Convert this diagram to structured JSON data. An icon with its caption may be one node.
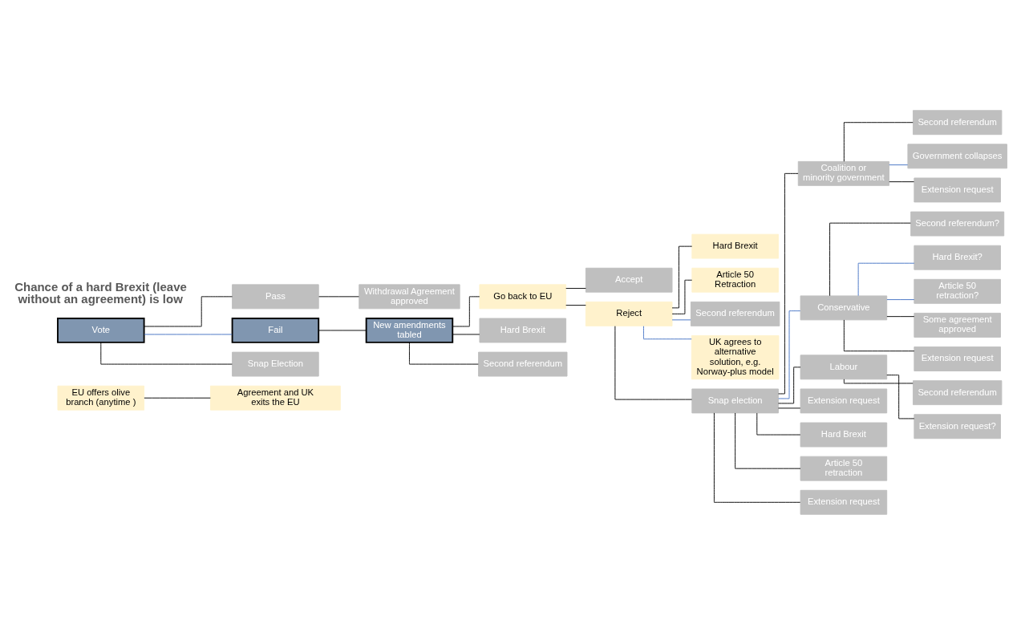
{
  "diagram": {
    "nodes": [
      {
        "text": [
          "EU offers olive branch (anytime )"
        ]
      },
      {
        "text": [
          "Agreement and UK exits the EU"
        ]
      },
      {
        "text": [
          "Vote"
        ]
      },
      {
        "text": [
          "Pass"
        ]
      },
      {
        "text": [
          "Withdrawal Agreement approved"
        ]
      },
      {
        "text": [
          "Fail"
        ]
      },
      {
        "text": [
          "Snap Election"
        ]
      },
      {
        "text": [
          "New amendments tabled"
        ]
      },
      {
        "text": [
          "Go back to EU"
        ]
      },
      {
        "text": [
          "Hard Brexit"
        ]
      },
      {
        "text": [
          "Second referendum"
        ]
      },
      {
        "text": [
          "Accept"
        ]
      },
      {
        "text": [
          "Reject"
        ]
      },
      {
        "text": [
          "Hard Brexit"
        ]
      },
      {
        "text": [
          "Article 50 Retraction"
        ]
      },
      {
        "text": [
          "Second referendum"
        ]
      },
      {
        "text": [
          "UK agrees to alternative solution, e.g. Norway-plus model"
        ]
      },
      {
        "text": [
          "Snap election"
        ]
      },
      {
        "text": [
          "Coalition or minority government"
        ]
      },
      {
        "text": [
          "Conservative"
        ]
      },
      {
        "text": [
          "Labour"
        ]
      },
      {
        "text": [
          "Extension request"
        ]
      },
      {
        "text": [
          "Hard Brexit"
        ]
      },
      {
        "text": [
          "Article 50 retraction"
        ]
      },
      {
        "text": [
          "Extension request"
        ]
      },
      {
        "text": [
          "Second referendum"
        ]
      },
      {
        "text": [
          "Government collapses"
        ]
      },
      {
        "text": [
          "Extension request"
        ]
      },
      {
        "text": [
          "Second referendum?"
        ]
      },
      {
        "text": [
          "Hard Brexit?"
        ]
      },
      {
        "text": [
          "Article 50 retraction?"
        ]
      },
      {
        "text": [
          "Some agreement approved"
        ]
      },
      {
        "text": [
          "Extension request"
        ]
      },
      {
        "text": [
          "Second referendum"
        ]
      },
      {
        "text": [
          "Extension request?"
        ]
      }
    ],
    "edges": [
      {
        "from": 0,
        "to": 1,
        "arrow": "none"
      },
      {
        "from": 2,
        "to": 3,
        "arrow": "none"
      },
      {
        "from": 2,
        "to": 5,
        "arrow": "none",
        "color": "#4472c4"
      },
      {
        "from": 2,
        "to": 6,
        "arrow": "none"
      },
      {
        "from": 3,
        "to": 4,
        "arrow": "none"
      },
      {
        "from": 5,
        "to": 7,
        "arrow": "none"
      },
      {
        "from": 7,
        "to": 8,
        "arrow": "none"
      },
      {
        "from": 7,
        "to": 9,
        "arrow": "none"
      },
      {
        "from": 7,
        "to": 10,
        "arrow": "none"
      },
      {
        "from": 8,
        "to": 11,
        "arrow": "none"
      },
      {
        "from": 8,
        "to": 12,
        "arrow": "none"
      },
      {
        "from": 12,
        "to": 13,
        "arrow": "none"
      },
      {
        "from": 12,
        "to": 14,
        "arrow": "none"
      },
      {
        "from": 12,
        "to": 15,
        "arrow": "none",
        "color": "#4472c4"
      },
      {
        "from": 12,
        "to": 16,
        "arrow": "none",
        "color": "#4472c4"
      },
      {
        "from": 12,
        "to": 17,
        "arrow": "none"
      },
      {
        "from": 17,
        "to": 18,
        "arrow": "none"
      },
      {
        "from": 17,
        "to": 19,
        "arrow": "none",
        "color": "#4472c4"
      },
      {
        "from": 17,
        "to": 20,
        "arrow": "none"
      },
      {
        "from": 17,
        "to": 21,
        "arrow": "none"
      },
      {
        "from": 17,
        "to": 22,
        "arrow": "none"
      },
      {
        "from": 17,
        "to": 23,
        "arrow": "none"
      },
      {
        "from": 17,
        "to": 24,
        "arrow": "none"
      },
      {
        "from": 18,
        "to": 25,
        "arrow": "none"
      },
      {
        "from": 18,
        "to": 26,
        "arrow": "none",
        "color": "#4472c4"
      },
      {
        "from": 18,
        "to": 27,
        "arrow": "none"
      },
      {
        "from": 19,
        "to": 28,
        "arrow": "none"
      },
      {
        "from": 19,
        "to": 29,
        "arrow": "none",
        "color": "#4472c4"
      },
      {
        "from": 19,
        "to": 30,
        "arrow": "none",
        "color": "#4472c4"
      },
      {
        "from": 19,
        "to": 31,
        "arrow": "none"
      },
      {
        "from": 19,
        "to": 32,
        "arrow": "none"
      },
      {
        "from": 20,
        "to": 33,
        "arrow": "none"
      },
      {
        "from": 20,
        "to": 34,
        "arrow": "none"
      }
    ],
    "labels": [
      "Chance of a hard Brexit (leave without an agreement) is low"
    ]
  }
}
